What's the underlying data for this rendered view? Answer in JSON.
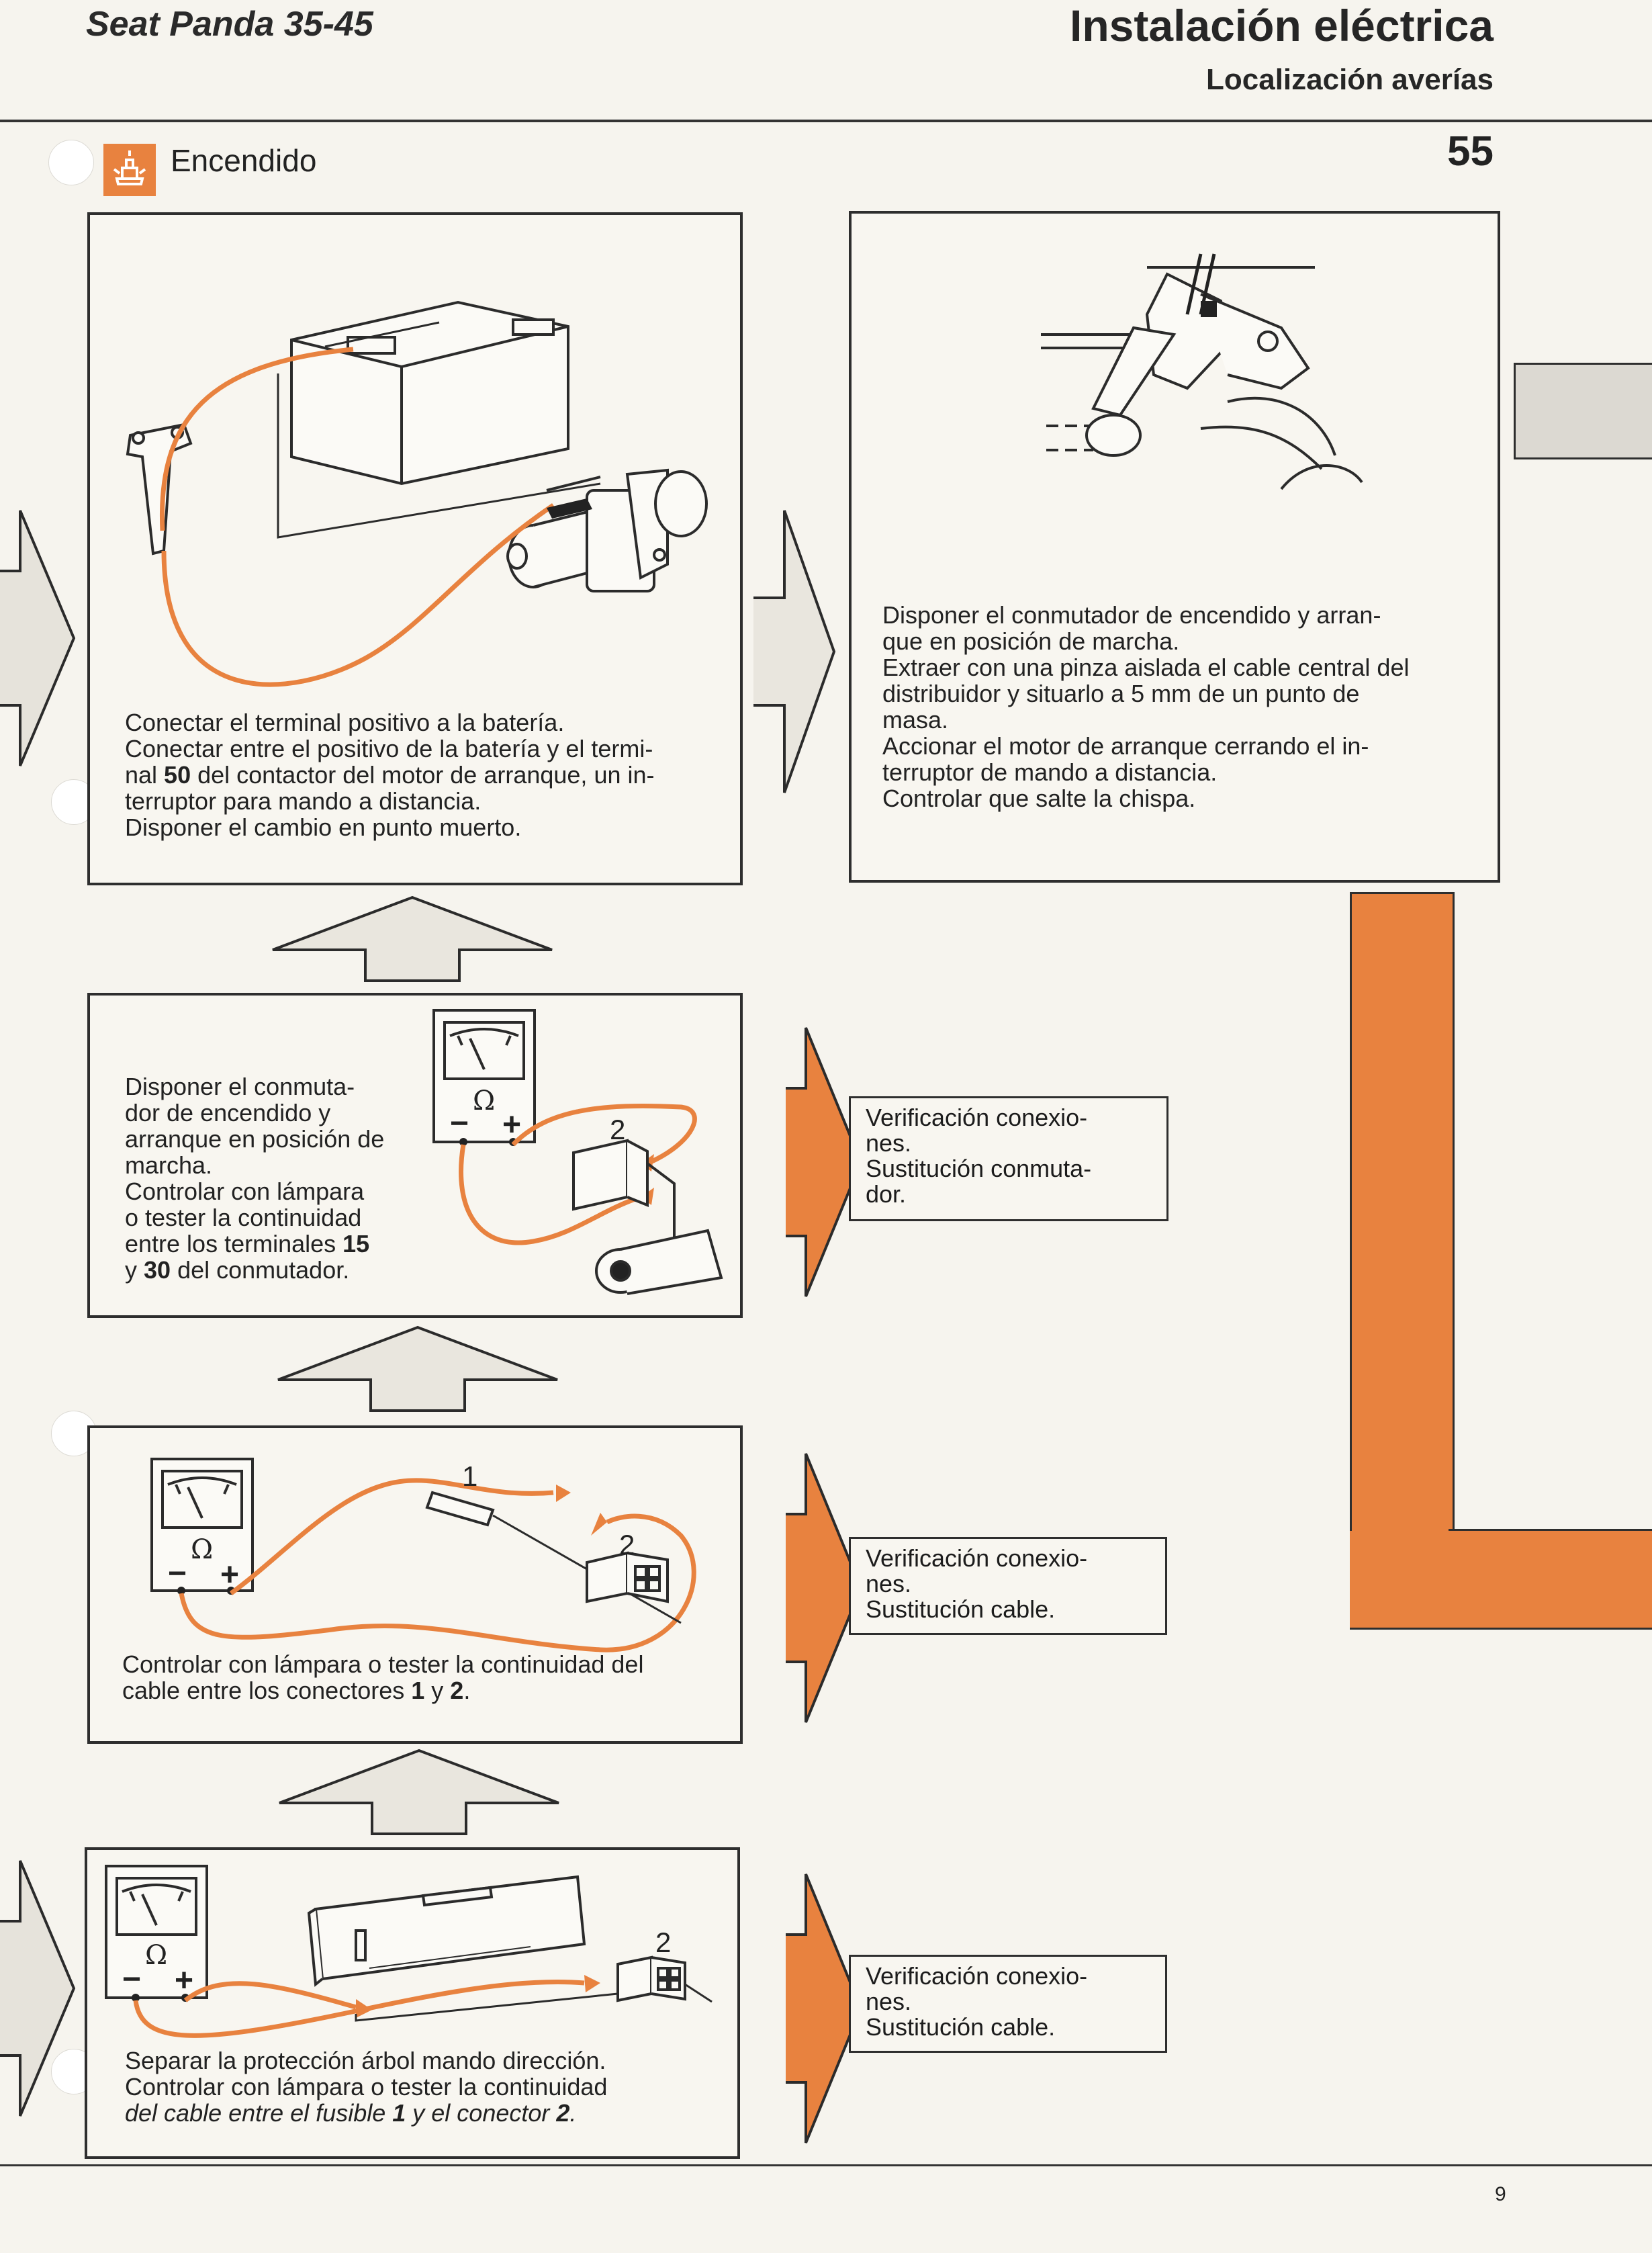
{
  "header": {
    "model": "Seat Panda 35-45",
    "title": "Instalación eléctrica",
    "subtitle": "Localización averías"
  },
  "section": {
    "label": "Encendido",
    "step_number": "55",
    "icon": "ignition-icon"
  },
  "colors": {
    "accent": "#e8823f",
    "line": "#2e2e2e",
    "paper": "#f6f4ee"
  },
  "box1": {
    "lines": [
      "Conectar el terminal positivo a la batería.",
      "Conectar entre el positivo de la batería y el termi-",
      "nal ",
      "50",
      " del contactor del motor de arranque, un in-",
      "terruptor para mando a distancia.",
      "Disponer el cambio en punto muerto."
    ]
  },
  "box2": {
    "lines": [
      "Disponer el conmutador de encendido y arran-",
      "que en posición de marcha.",
      "Extraer con una pinza aislada el cable central del",
      "distribuidor y situarlo a 5 mm de un punto de",
      "masa.",
      "Accionar el motor de arranque cerrando el in-",
      "terruptor de mando a distancia.",
      "Controlar que salte la chispa."
    ]
  },
  "box3": {
    "lines": [
      "Disponer el conmuta-",
      "dor de encendido y",
      "arranque en posición de",
      "marcha.",
      "Controlar con lámpara",
      "o tester la continuidad",
      "entre los terminales ",
      "15",
      "y ",
      "30",
      " del conmutador."
    ],
    "meter_symbol": "Ω",
    "connector_label": "2"
  },
  "box4": {
    "lines": [
      "Controlar con lámpara o tester la continuidad del",
      "cable entre los conectores ",
      "1",
      " y ",
      "2",
      "."
    ],
    "meter_symbol": "Ω",
    "connector_labels": [
      "1",
      "2"
    ]
  },
  "box5": {
    "lines": [
      "Separar la protección árbol mando dirección.",
      "Controlar con lámpara o tester la continuidad",
      "del cable entre el fusible ",
      "1",
      " y el conector ",
      "2",
      "."
    ],
    "meter_symbol": "Ω",
    "connector_label": "2"
  },
  "results": {
    "r1": [
      "Verificación conexio-",
      "nes.",
      "Sustitución conmuta-",
      "dor."
    ],
    "r2": [
      "Verificación conexio-",
      "nes.",
      "Sustitución cable."
    ],
    "r3": [
      "Verificación conexio-",
      "nes.",
      "Sustitución cable."
    ]
  },
  "footer": {
    "page": "9"
  }
}
